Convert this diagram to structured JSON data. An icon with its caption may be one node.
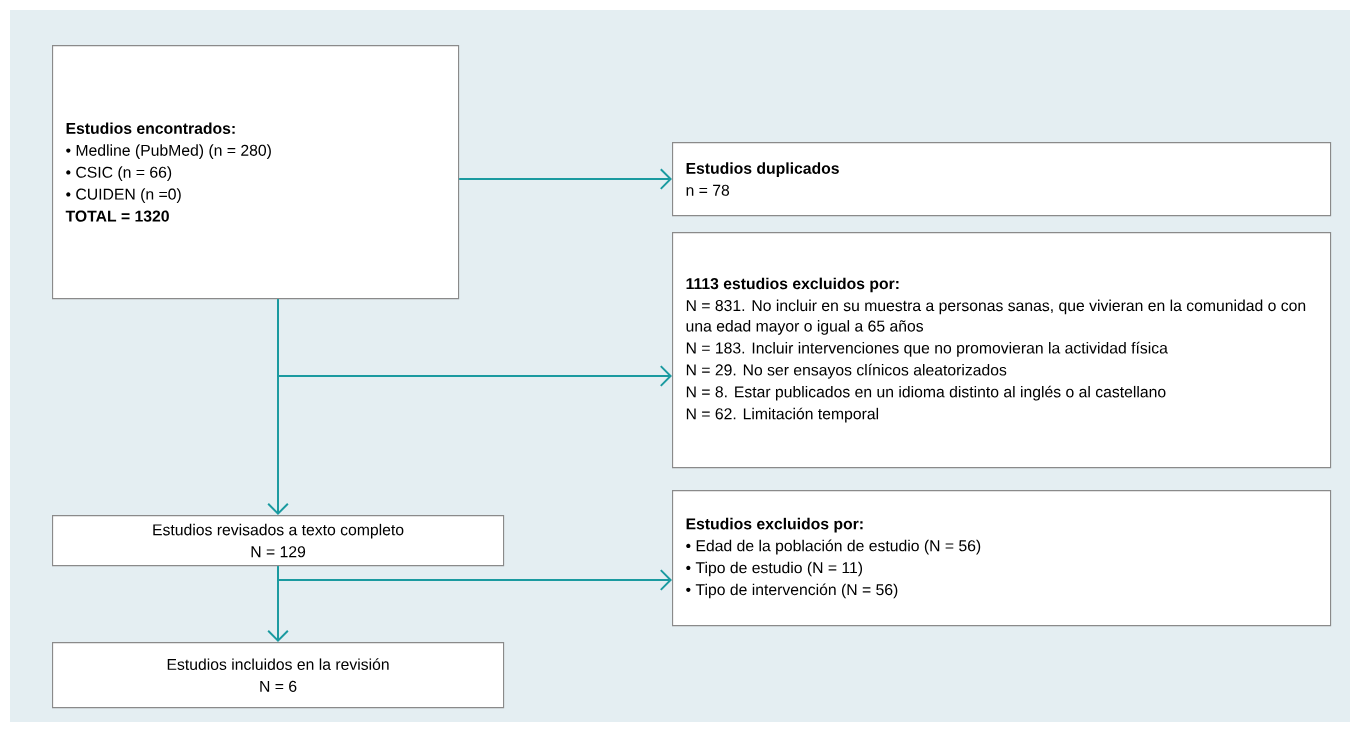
{
  "diagram": {
    "nodes": [
      {
        "text": [
          "Estudios encontrados:",
          "• Medline (PubMed) (n = 280)",
          "• CSIC (n = 66)",
          "• CUIDEN (n =0)",
          "TOTAL = 1320"
        ]
      },
      {
        "text": [
          "Estudios duplicados",
          "n = 78"
        ]
      },
      {
        "text": [
          "1113 estudios excluidos por:",
          "N = 831. No incluir en su muestra a personas sanas, que vivieran en la comunidad o con una edad mayor o igual a 65 años",
          "N = 183. Incluir intervenciones que no promovieran la actividad física",
          "N = 29. No ser ensayos clínicos aleatorizados",
          "N = 8. Estar publicados en un idioma distinto al inglés o al castellano",
          "N = 62. Limitación temporal"
        ]
      },
      {
        "text": [
          "Estudios revisados a texto completo",
          "N = 129"
        ]
      },
      {
        "text": [
          "Estudios excluidos por:",
          "• Edad de la población de estudio (N = 56)",
          "• Tipo de estudio (N = 11)",
          "• Tipo de intervención (N = 56)"
        ]
      },
      {
        "text": [
          "Estudios incluidos en la revisión",
          "N = 6"
        ]
      }
    ],
    "edges": [
      {
        "from": 0,
        "to": 1,
        "arrow": "to"
      },
      {
        "from": 0,
        "to": 3,
        "arrow": "to"
      },
      {
        "from": 0,
        "to": 2,
        "arrow": "to"
      },
      {
        "from": 3,
        "to": 5,
        "arrow": "to"
      },
      {
        "from": 3,
        "to": 4,
        "arrow": "to"
      }
    ]
  }
}
